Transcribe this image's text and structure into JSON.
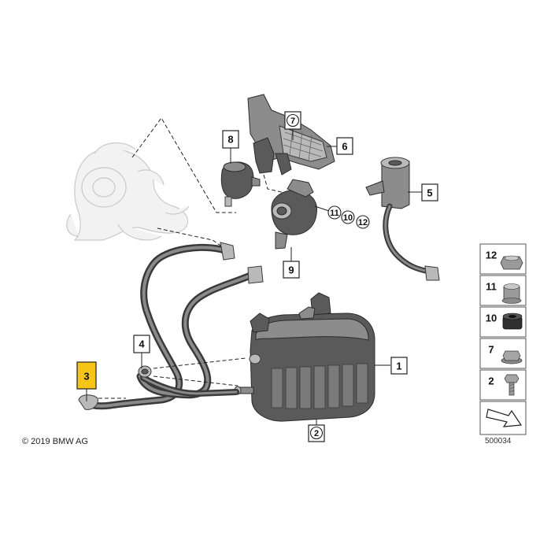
{
  "copyright": "© 2019 BMW AG",
  "diagram_id": "500034",
  "callouts": {
    "c1": "1",
    "c2": "2",
    "c3": "3",
    "c4": "4",
    "c5": "5",
    "c6": "6",
    "c7": "7",
    "c8": "8",
    "c9": "9",
    "c10": "10",
    "c11": "11",
    "c12": "12"
  },
  "highlighted_callout": "3",
  "legend": {
    "items": [
      "12",
      "11",
      "10",
      "7",
      "2"
    ]
  },
  "colors": {
    "highlight": "#f5c518",
    "hose": "#3a3a3a"
  }
}
